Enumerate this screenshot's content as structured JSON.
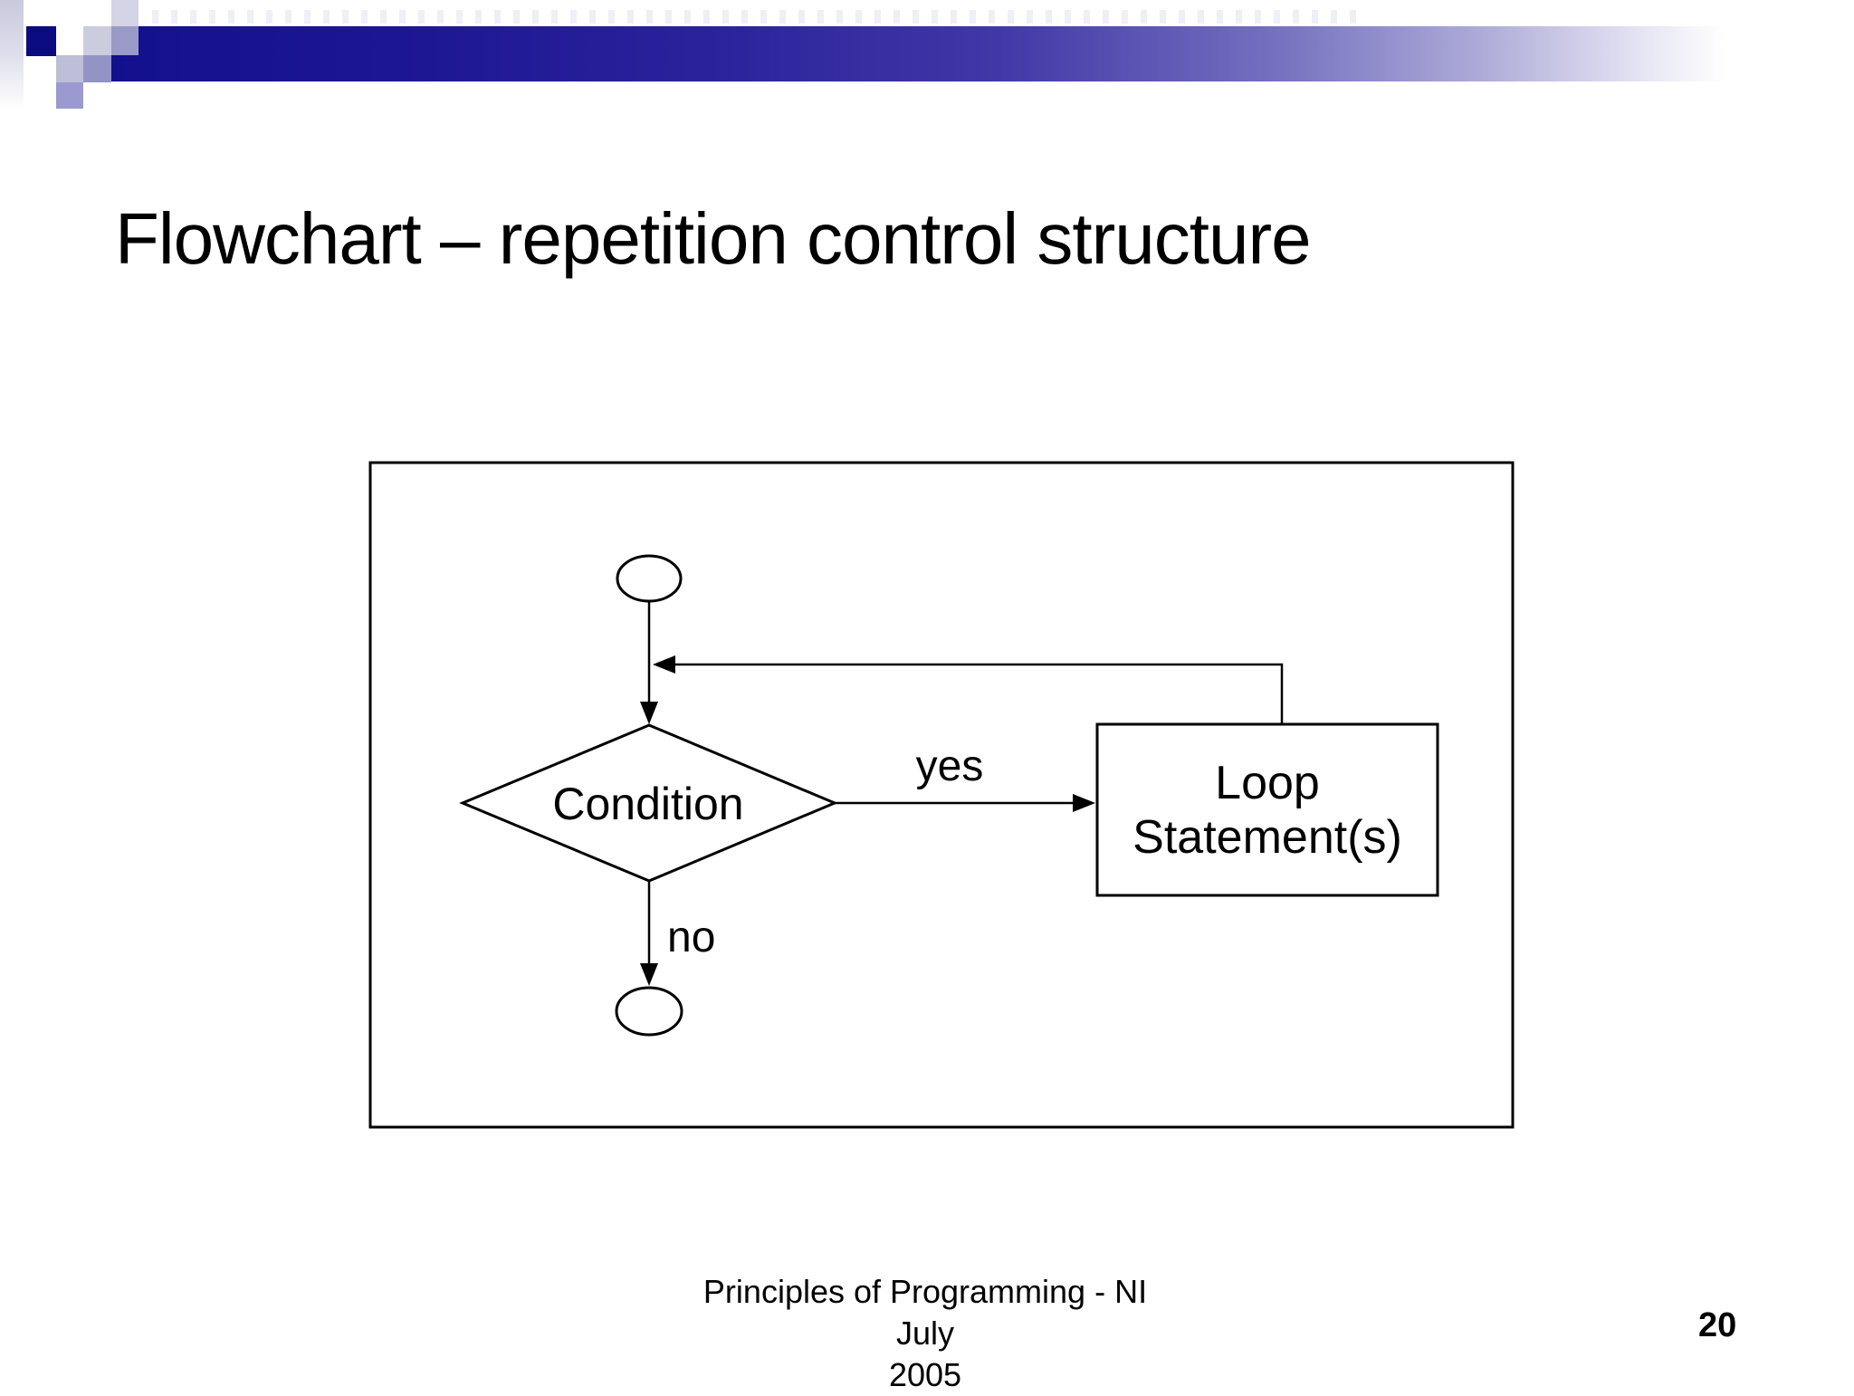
{
  "slide": {
    "title": "Flowchart – repetition control structure",
    "footer": {
      "line1": "Principles of Programming - NI July",
      "line2": "2005"
    },
    "page_number": "20"
  },
  "flowchart": {
    "type": "flowchart",
    "condition_label": "Condition",
    "yes_label": "yes",
    "no_label": "no",
    "loop_box_lines": [
      "Loop",
      "Statement(s)"
    ],
    "nodes": [
      {
        "id": "start",
        "shape": "oval",
        "label": ""
      },
      {
        "id": "condition",
        "shape": "diamond",
        "label": "Condition"
      },
      {
        "id": "loop-statements",
        "shape": "rectangle",
        "label": "Loop Statement(s)"
      },
      {
        "id": "end",
        "shape": "oval",
        "label": ""
      }
    ],
    "edges": [
      {
        "from": "start",
        "to": "condition",
        "label": ""
      },
      {
        "from": "condition",
        "to": "loop-statements",
        "label": "yes"
      },
      {
        "from": "loop-statements",
        "to": "condition",
        "label": ""
      },
      {
        "from": "condition",
        "to": "end",
        "label": "no"
      }
    ]
  },
  "colors": {
    "banner_navy": "#13108e",
    "banner_square_dark": "#0b0b80",
    "banner_square_light": "#ccccdf",
    "banner_square_medium": "#9a9ac8",
    "line_color": "#000000",
    "background": "#ffffff"
  }
}
